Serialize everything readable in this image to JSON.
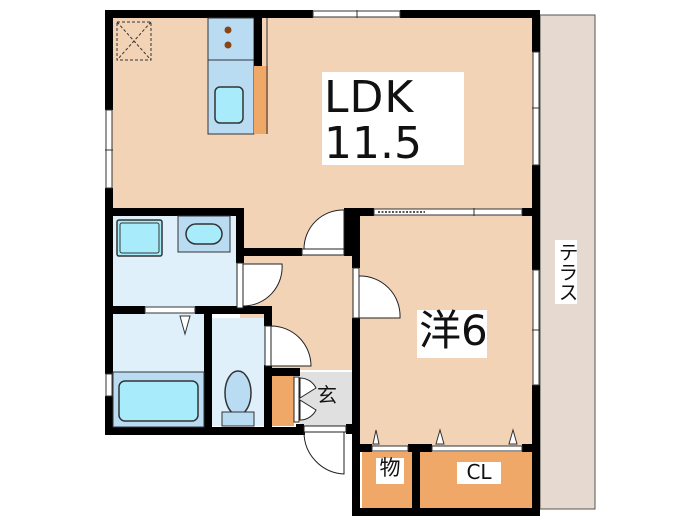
{
  "floor_plan": {
    "rooms": [
      {
        "id": "ldk",
        "label_line1": "LDK",
        "label_line2": "11.5",
        "type": "living-dining-kitchen"
      },
      {
        "id": "western",
        "label": "洋6",
        "type": "western-style-room"
      },
      {
        "id": "terrace",
        "label": "テラス",
        "type": "terrace"
      },
      {
        "id": "storage",
        "label": "物",
        "type": "storage"
      },
      {
        "id": "closet",
        "label": "CL",
        "type": "closet"
      },
      {
        "id": "entrance",
        "label": "玄",
        "type": "entrance"
      },
      {
        "id": "washroom",
        "label": "",
        "type": "washroom"
      },
      {
        "id": "bathroom",
        "label": "",
        "type": "bathroom"
      },
      {
        "id": "toilet",
        "label": "",
        "type": "toilet"
      },
      {
        "id": "hallway",
        "label": "",
        "type": "hallway"
      }
    ],
    "colors": {
      "room_floor": "#f3d3b6",
      "wet_area": "#dff0fb",
      "fixture": "#b9dcf3",
      "fixture_inner": "#a8ecfb",
      "storage": "#f0a868",
      "entrance": "#e0e0e0",
      "terrace": "#e5d9d0",
      "wall": "#000000"
    }
  }
}
